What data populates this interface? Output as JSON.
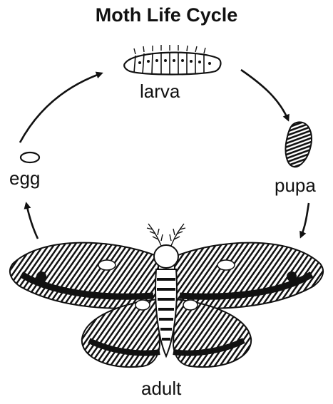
{
  "diagram": {
    "title": "Moth Life Cycle",
    "stages": {
      "larva": "larva",
      "pupa": "pupa",
      "adult": "adult",
      "egg": "egg"
    },
    "cycle_order": [
      "egg",
      "larva",
      "pupa",
      "adult"
    ],
    "colors": {
      "ink": "#111111",
      "background": "#ffffff"
    }
  }
}
